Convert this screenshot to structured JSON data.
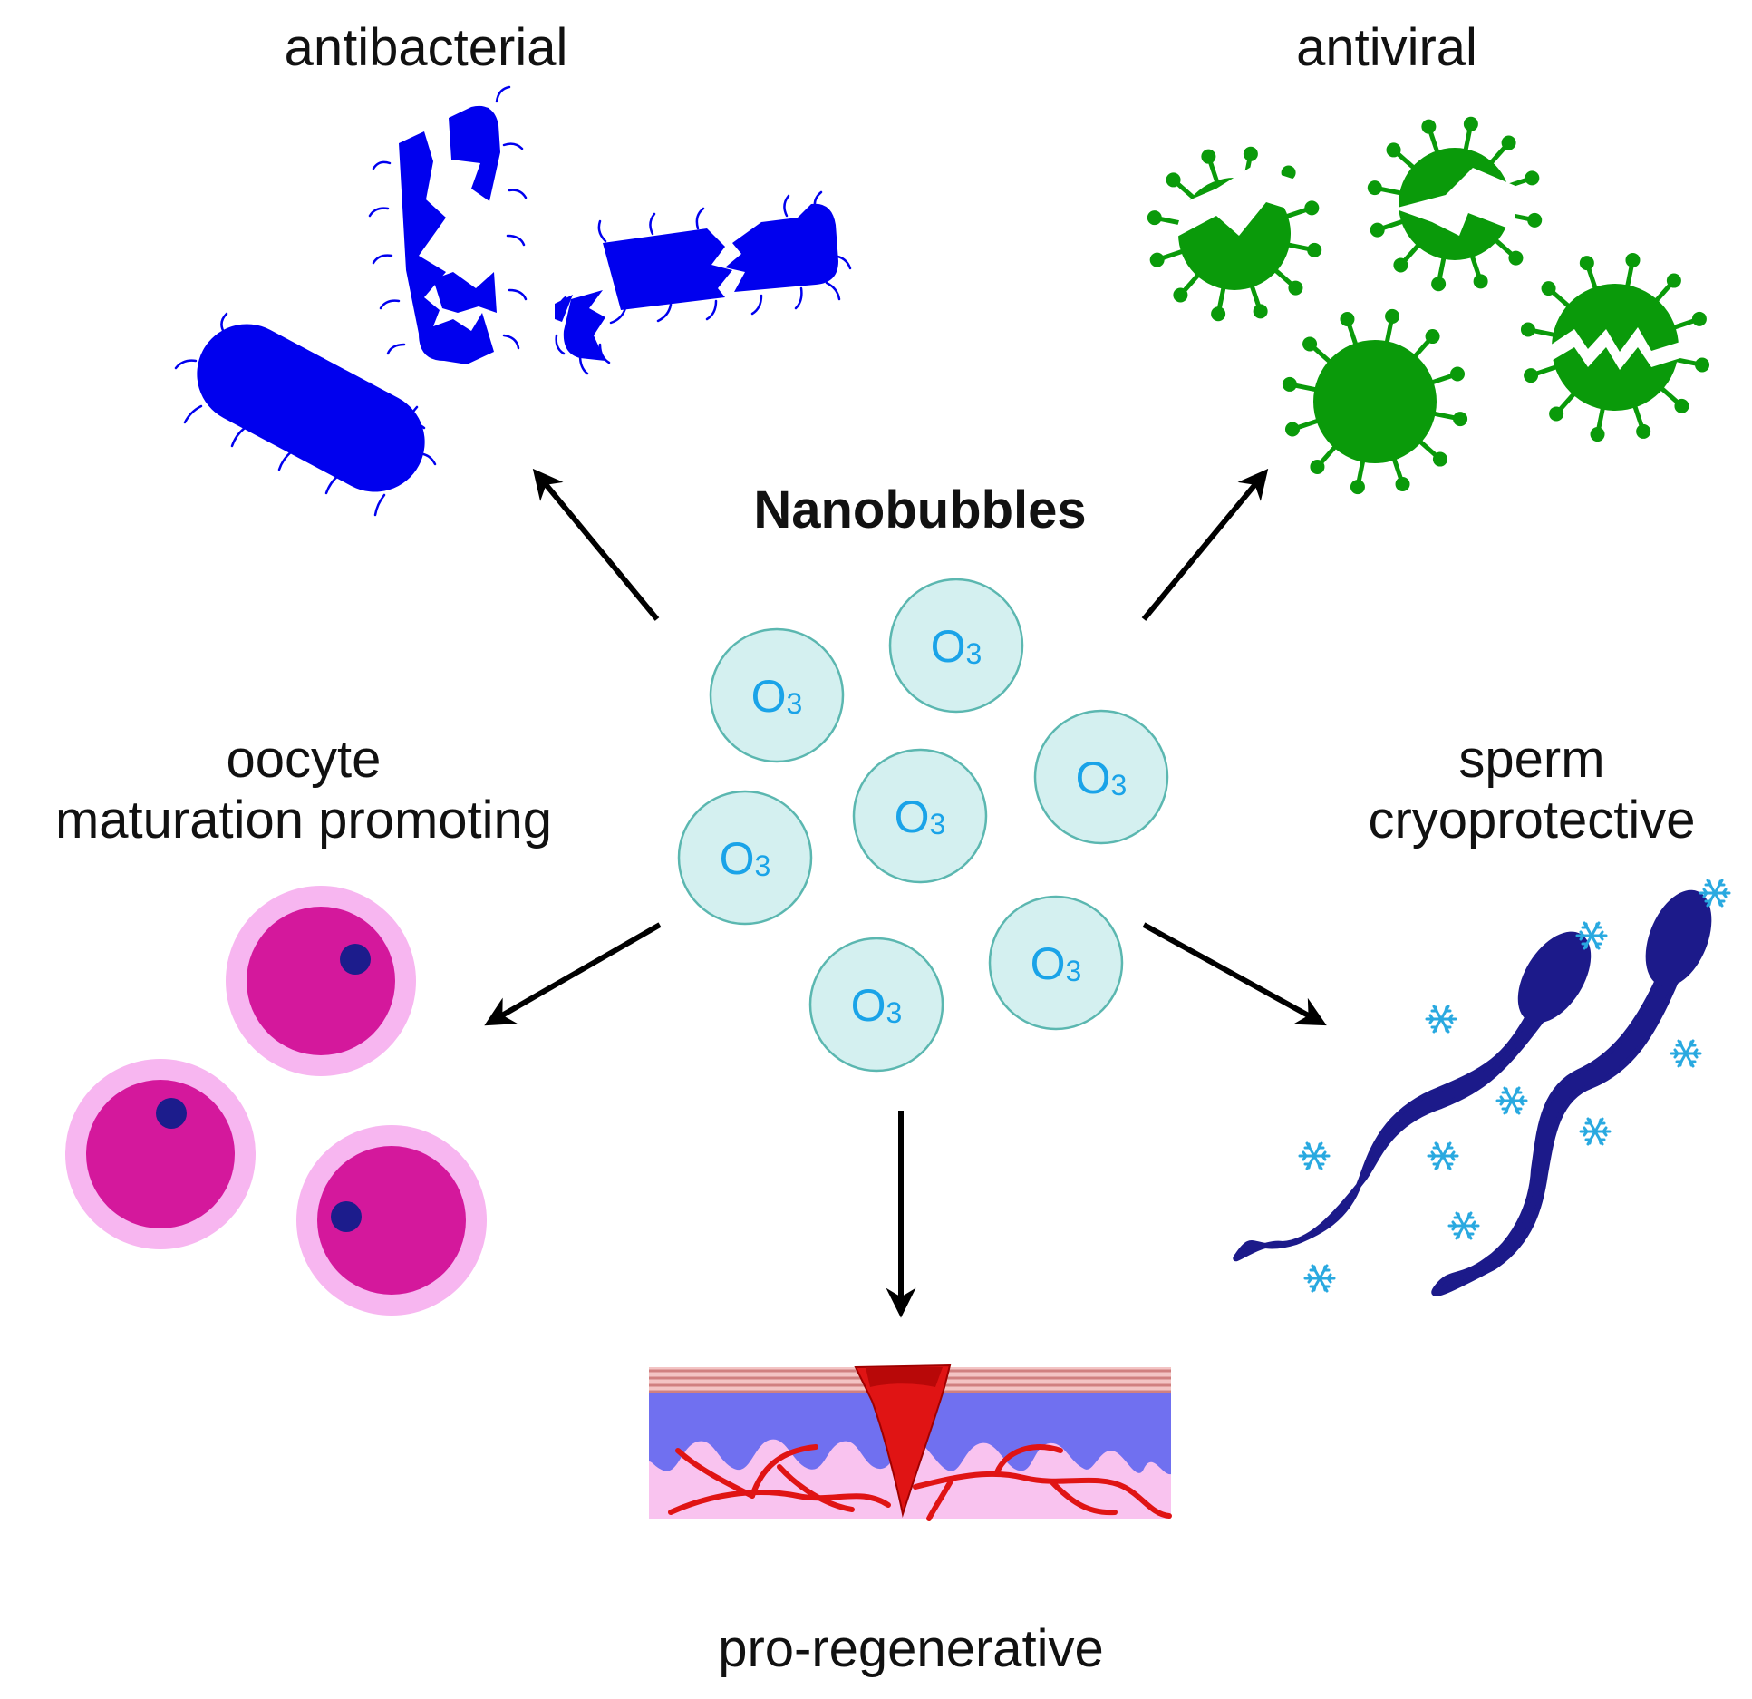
{
  "center": {
    "title": "Nanobubbles",
    "bubble_label": "O",
    "bubble_subscript": "3"
  },
  "effects": {
    "antibacterial": "antibacterial",
    "antiviral": "antiviral",
    "oocyte_line1": "oocyte",
    "oocyte_line2": "maturation promoting",
    "sperm_line1": "sperm",
    "sperm_line2": "cryoprotective",
    "regenerative": "pro-regenerative"
  },
  "colors": {
    "bacteria": "#0000ee",
    "virus": "#0a9a0a",
    "oocyte_outer": "#f7b6f0",
    "oocyte_inner": "#d4189c",
    "oocyte_nucleus": "#1c1c8c",
    "sperm": "#1c1a8a",
    "snowflake": "#29a9e0",
    "bubble_fill": "#d4f0f0",
    "bubble_stroke": "#5bb7b0",
    "o3_text": "#1aa3e8",
    "skin_epidermis": "#7070f0",
    "skin_dermis": "#f9c3ef",
    "wound": "#e01414",
    "vessel": "#e01414",
    "arrow": "#000000"
  },
  "icons": [
    "bacteria-icon",
    "virus-icon",
    "oocyte-icon",
    "sperm-icon",
    "snowflake-icon",
    "skin-wound-icon",
    "nanobubble-icon"
  ]
}
